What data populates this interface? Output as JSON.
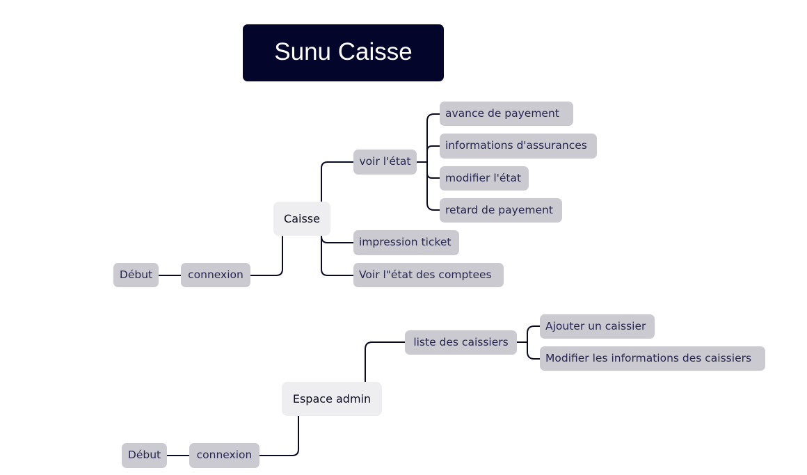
{
  "title": "Sunu Caisse",
  "caisse_branch": {
    "start": "Début",
    "connexion": "connexion",
    "center": "Caisse",
    "voir_etat": "voir l'état",
    "voir_etat_children": [
      "avance de payement",
      "informations d'assurances",
      "modifier l'état",
      "retard de payement"
    ],
    "impression": "impression ticket",
    "voir_comptes": "Voir l\"état des comptees"
  },
  "admin_branch": {
    "start": "Début",
    "connexion": "connexion",
    "center": "Espace admin",
    "liste": "liste des caissiers",
    "liste_children": [
      "Ajouter un caissier",
      "Modifier les informations des caissiers"
    ]
  }
}
